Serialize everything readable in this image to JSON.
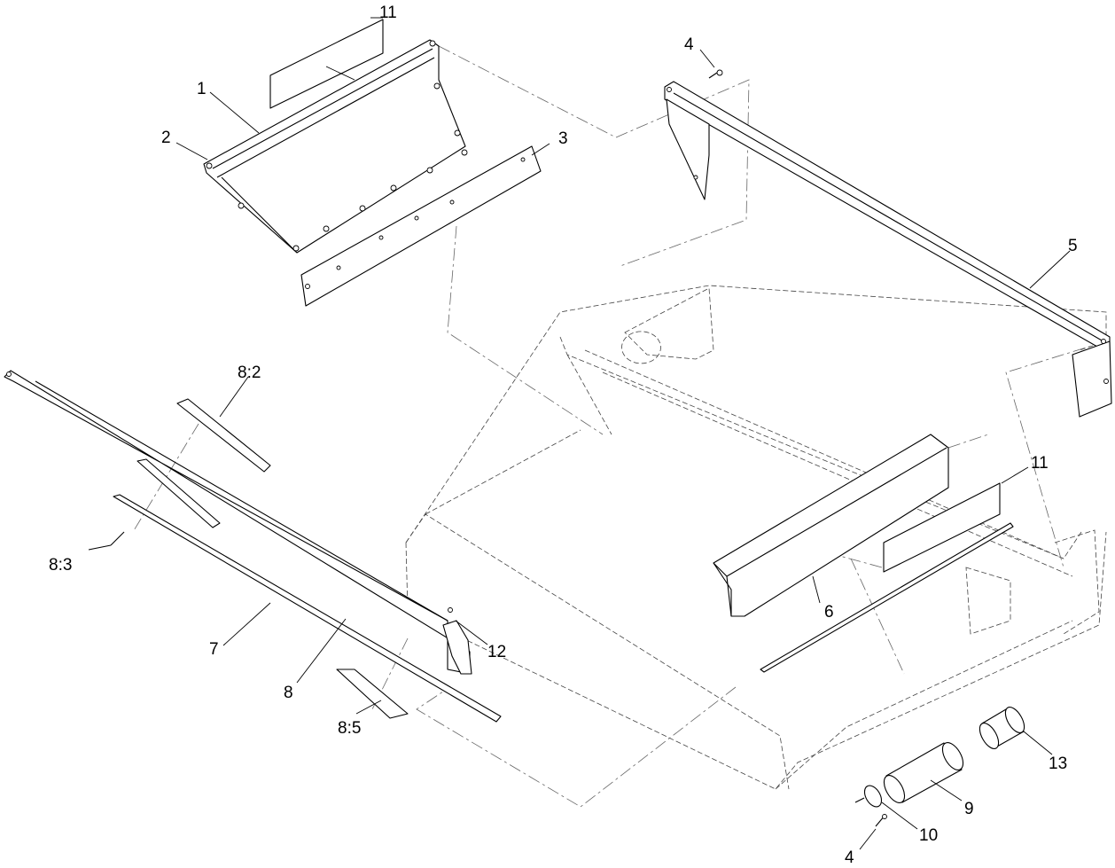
{
  "callouts": {
    "c1": "1",
    "c2": "2",
    "c3": "3",
    "c4a": "4",
    "c5": "5",
    "c6": "6",
    "c7": "7",
    "c8": "8",
    "c8_2": "8:2",
    "c8_3": "8:3",
    "c8_5": "8:5",
    "c9": "9",
    "c10": "10",
    "c11a": "11",
    "c11b": "11",
    "c12": "12",
    "c13": "13",
    "c4b": "4"
  }
}
